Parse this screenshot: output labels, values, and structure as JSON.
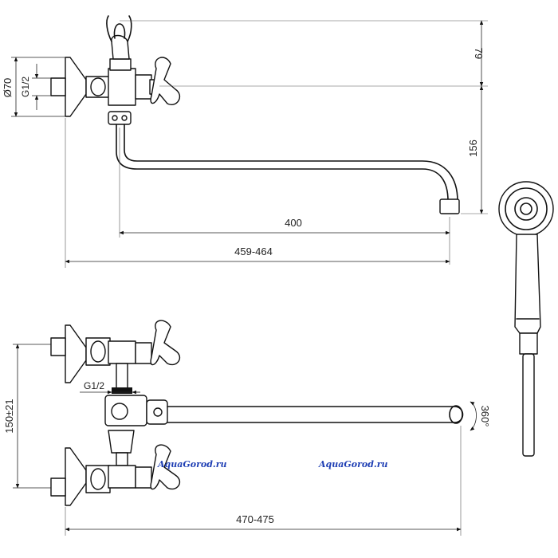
{
  "dimensions": {
    "diameter": "Ø70",
    "thread_top": "G1/2",
    "height_top": "79",
    "height_spout": "156",
    "spout_length": "400",
    "total_length_top": "459-464",
    "thread_bottom": "G1/2",
    "center_distance": "150±21",
    "rotation": "360°",
    "total_length_bottom": "470-475"
  },
  "watermarks": [
    "AquaGorod.ru",
    "AquaGorod.ru"
  ]
}
